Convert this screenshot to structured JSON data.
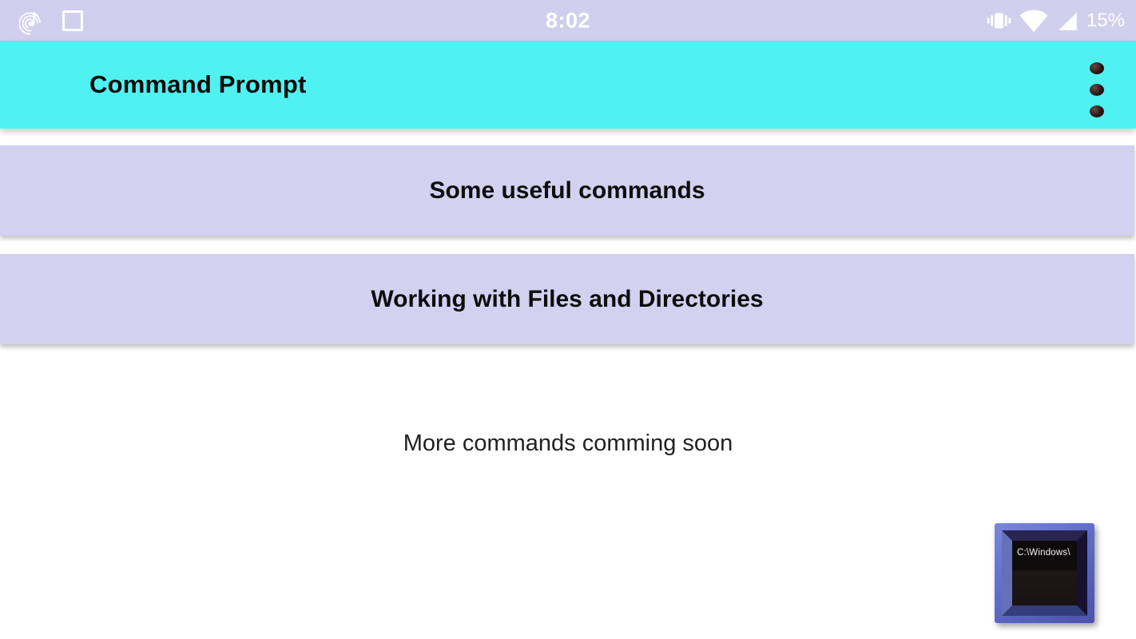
{
  "status_bar": {
    "time": "8:02",
    "battery_percent": "15%",
    "left_icons": [
      "music-note-icon",
      "square-icon"
    ],
    "right_icons": [
      "vibrate-icon",
      "wifi-icon",
      "cell-signal-icon"
    ]
  },
  "app_bar": {
    "title": "Command Prompt",
    "overflow_icon": "three-dots-overflow-icon"
  },
  "menu_items": [
    {
      "label": "Some useful commands"
    },
    {
      "label": "Working with Files and Directories"
    }
  ],
  "footer_note": "More commands comming soon",
  "fab": {
    "icon": "command-prompt-window-icon",
    "screen_text": "C:\\Windows\\"
  },
  "colors": {
    "status_bar_bg": "#d2cfee",
    "app_bar_bg": "#4ff2f0",
    "card_bg": "#d3d0f0",
    "fab_frame": "#5f6cc9",
    "fab_screen": "#0e0b0b"
  }
}
